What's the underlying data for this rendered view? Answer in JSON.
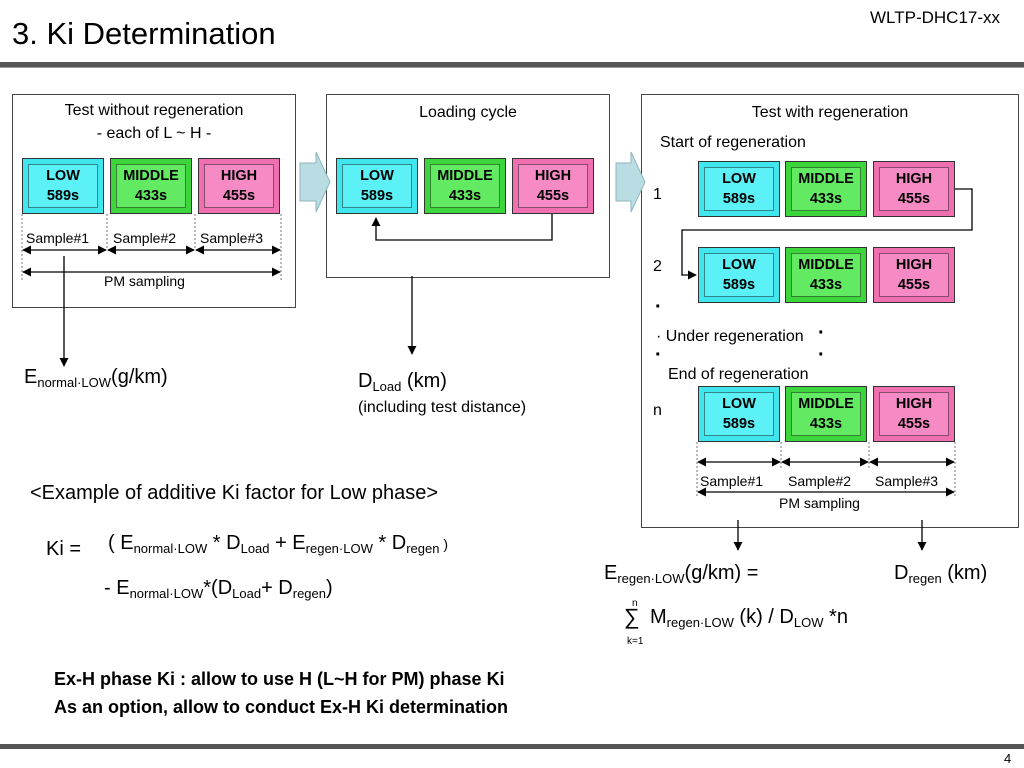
{
  "header": {
    "title": "3. Ki Determination",
    "doc_id": "WLTP-DHC17-xx",
    "page_number": "4"
  },
  "panel1": {
    "title_line1": "Test without regeneration",
    "title_line2": "- each of L ~ H  -",
    "sample1": "Sample#1",
    "sample2": "Sample#2",
    "sample3": "Sample#3",
    "pm": "PM sampling"
  },
  "panel2": {
    "title": "Loading cycle"
  },
  "panel3": {
    "title": "Test with regeneration",
    "start": "Start of regeneration",
    "row1": "1",
    "row2": "2",
    "rown": "n",
    "dot": "·",
    "under": "· Under regeneration",
    "end": "End of regeneration",
    "sample1": "Sample#1",
    "sample2": "Sample#2",
    "sample3": "Sample#3",
    "pm": "PM sampling"
  },
  "phases": {
    "low": {
      "name": "LOW",
      "time": "589s"
    },
    "middle": {
      "name": "MIDDLE",
      "time": "433s"
    },
    "high": {
      "name": "HIGH",
      "time": "455s"
    }
  },
  "results": {
    "e_normal": {
      "sym": "E",
      "sub": "normal·LOW",
      "unit": "(g/km)"
    },
    "d_load": {
      "sym": "D",
      "sub": "Load",
      "unit": " (km)",
      "note": "(including test distance)"
    },
    "e_regen": {
      "sym": "E",
      "sub": "regen·LOW",
      "unit": "(g/km) ="
    },
    "d_regen": {
      "sym": "D",
      "sub": "regen",
      "unit": " (km)"
    },
    "sum": {
      "sigma": "∑",
      "top": "n",
      "bottom": "k=1",
      "m": "M",
      "m_sub": "regen·LOW",
      "rest": " (k) / D",
      "d_sub": "LOW",
      "tail": " *n"
    }
  },
  "example": {
    "heading": "<Example of additive Ki factor for Low phase>",
    "ki": "Ki =",
    "l1_open": "( E",
    "l1_s1": "normal·LOW",
    "l1_a": " * D",
    "l1_s2": "Load",
    "l1_b": " + E",
    "l1_s3": "regen·LOW",
    "l1_c": " * D",
    "l1_s4": "regen",
    "l1_close": " )",
    "l2_a": "- E",
    "l2_s1": "normal·LOW",
    "l2_b": "*(D",
    "l2_s2": "Load",
    "l2_c": "+ D",
    "l2_s3": "regen",
    "l2_d": ")"
  },
  "notes": {
    "line1": "Ex-H phase Ki : allow to use H (L~H for PM) phase Ki",
    "line2": "As an option, allow to conduct Ex-H Ki determination"
  }
}
